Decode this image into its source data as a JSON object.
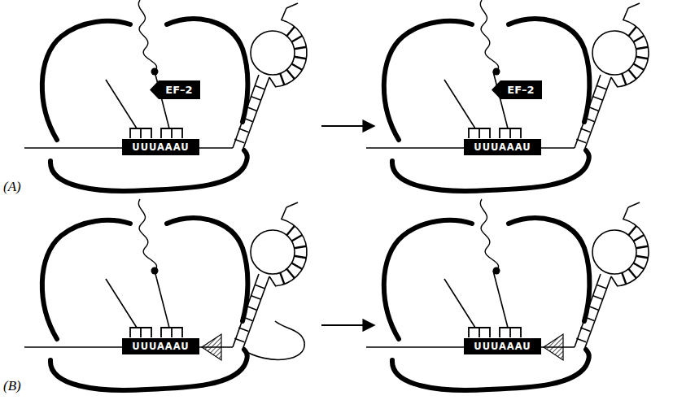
{
  "diagram": {
    "nodes": [
      {
        "text": [
          "EF–2"
        ]
      },
      {
        "text": [
          "UUUAAAU"
        ]
      },
      {
        "text": [
          "EF–2"
        ]
      },
      {
        "text": [
          "UUUAAAU"
        ]
      },
      {
        "text": [
          "UUUAAAU"
        ]
      },
      {
        "text": [
          "UUUAAAU"
        ]
      }
    ],
    "labels": [
      "(A)",
      "(B)"
    ]
  }
}
